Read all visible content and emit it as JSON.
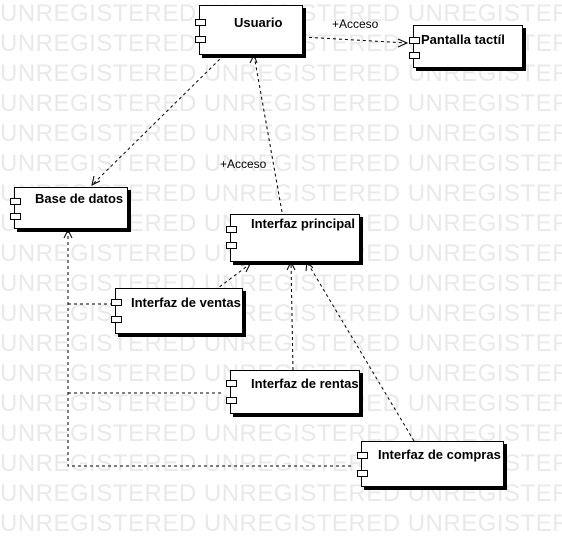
{
  "watermark": "UNREGISTERED",
  "components": {
    "usuario": "Usuario",
    "pantalla": "Pantalla tactíl",
    "base_datos": "Base de datos",
    "interfaz_principal": "Interfaz principal",
    "interfaz_ventas": "Interfaz de ventas",
    "interfaz_rentas": "Interfaz de rentas",
    "interfaz_compras": "Interfaz de compras"
  },
  "edge_labels": {
    "usuario_pantalla": "+Acceso",
    "principal_usuario": "+Acceso"
  },
  "connections": [
    {
      "from": "Usuario",
      "to": "Pantalla tactíl",
      "label": "+Acceso"
    },
    {
      "from": "Usuario",
      "to": "Base de datos"
    },
    {
      "from": "Interfaz principal",
      "to": "Usuario",
      "label": "+Acceso"
    },
    {
      "from": "Interfaz de ventas",
      "to": "Interfaz principal"
    },
    {
      "from": "Interfaz de rentas",
      "to": "Interfaz principal"
    },
    {
      "from": "Interfaz de compras",
      "to": "Interfaz principal"
    },
    {
      "from": "Interfaz de ventas",
      "to": "Base de datos"
    },
    {
      "from": "Interfaz de rentas",
      "to": "Base de datos"
    },
    {
      "from": "Interfaz de compras",
      "to": "Base de datos"
    }
  ]
}
